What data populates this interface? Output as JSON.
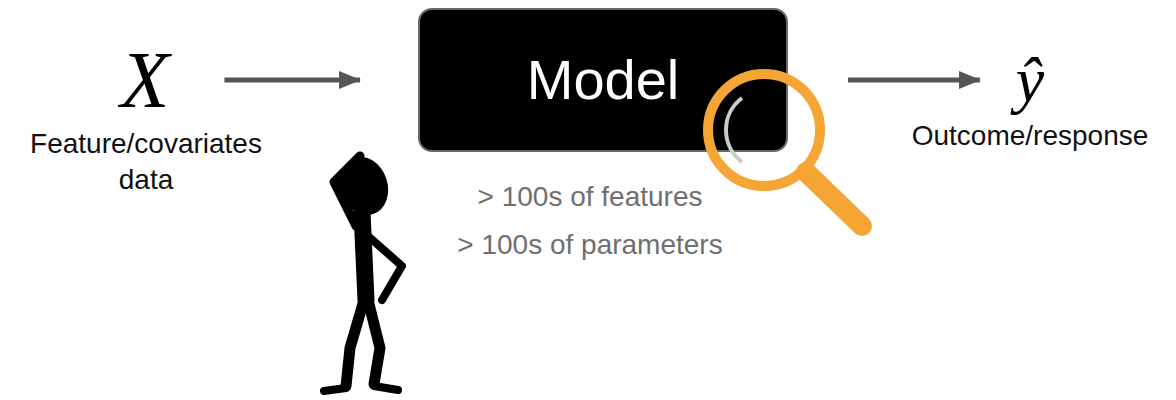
{
  "diagram": {
    "nodes": [
      {
        "text": [
          "X",
          "Feature/covariates data"
        ]
      },
      {
        "text": [
          "Model"
        ]
      },
      {
        "text": [
          "ŷ",
          "Outcome/response"
        ]
      }
    ],
    "edges": [
      {
        "from": 0,
        "to": 1,
        "arrow": "to"
      },
      {
        "from": 1,
        "to": 2,
        "arrow": "to"
      }
    ],
    "labels": [
      "> 100s of features",
      "> 100s of parameters"
    ]
  }
}
